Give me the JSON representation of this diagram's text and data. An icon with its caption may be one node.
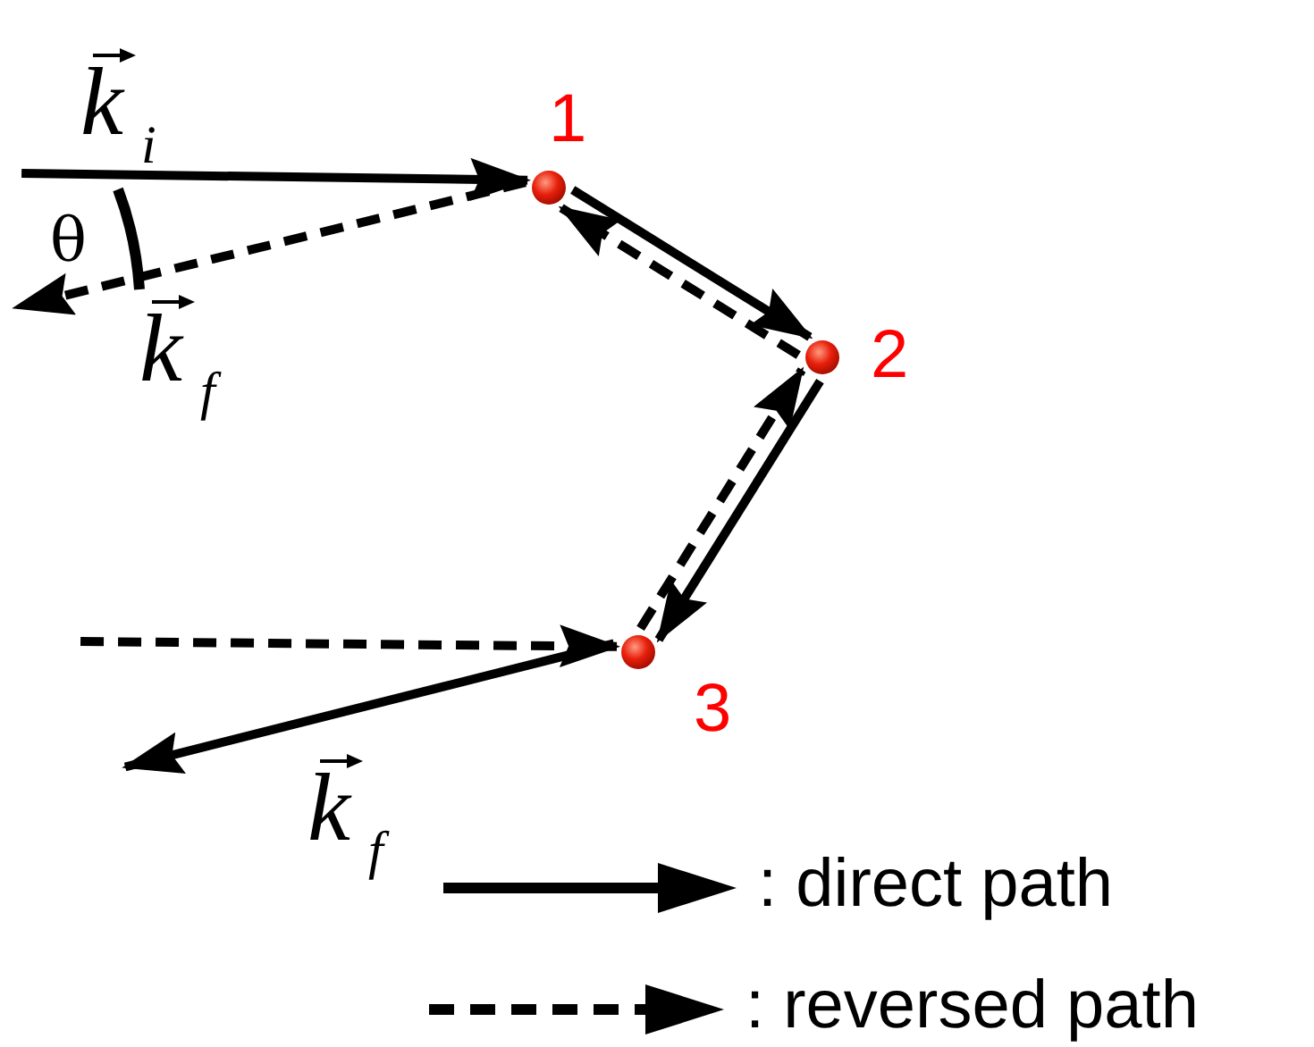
{
  "diagram": {
    "nodes": [
      {
        "text": [],
        "shape": "circle",
        "beside": [
          "1"
        ]
      },
      {
        "text": [],
        "shape": "circle",
        "beside": [
          "2"
        ]
      },
      {
        "text": [],
        "shape": "circle",
        "beside": [
          "3"
        ]
      }
    ],
    "edges": [
      {
        "from": null,
        "to": 0,
        "arrow": "to",
        "label": "k$_{i}$"
      },
      {
        "from": 0,
        "to": null,
        "arrow": "to",
        "style": "dashed",
        "label": "k$_{f}$"
      },
      {
        "from": 0,
        "to": 1,
        "arrow": "to"
      },
      {
        "from": 1,
        "to": 0,
        "arrow": "to",
        "style": "dashed"
      },
      {
        "from": 1,
        "to": 2,
        "arrow": "to"
      },
      {
        "from": 2,
        "to": 1,
        "arrow": "to",
        "style": "dashed"
      },
      {
        "from": null,
        "to": 2,
        "arrow": "to",
        "style": "dashed"
      },
      {
        "from": 2,
        "to": null,
        "arrow": "to",
        "label": "k$_{f}$"
      }
    ],
    "labels": [
      "θ"
    ],
    "legend": [
      {
        "text": ": direct path"
      },
      {
        "text": ": reversed path"
      }
    ]
  }
}
